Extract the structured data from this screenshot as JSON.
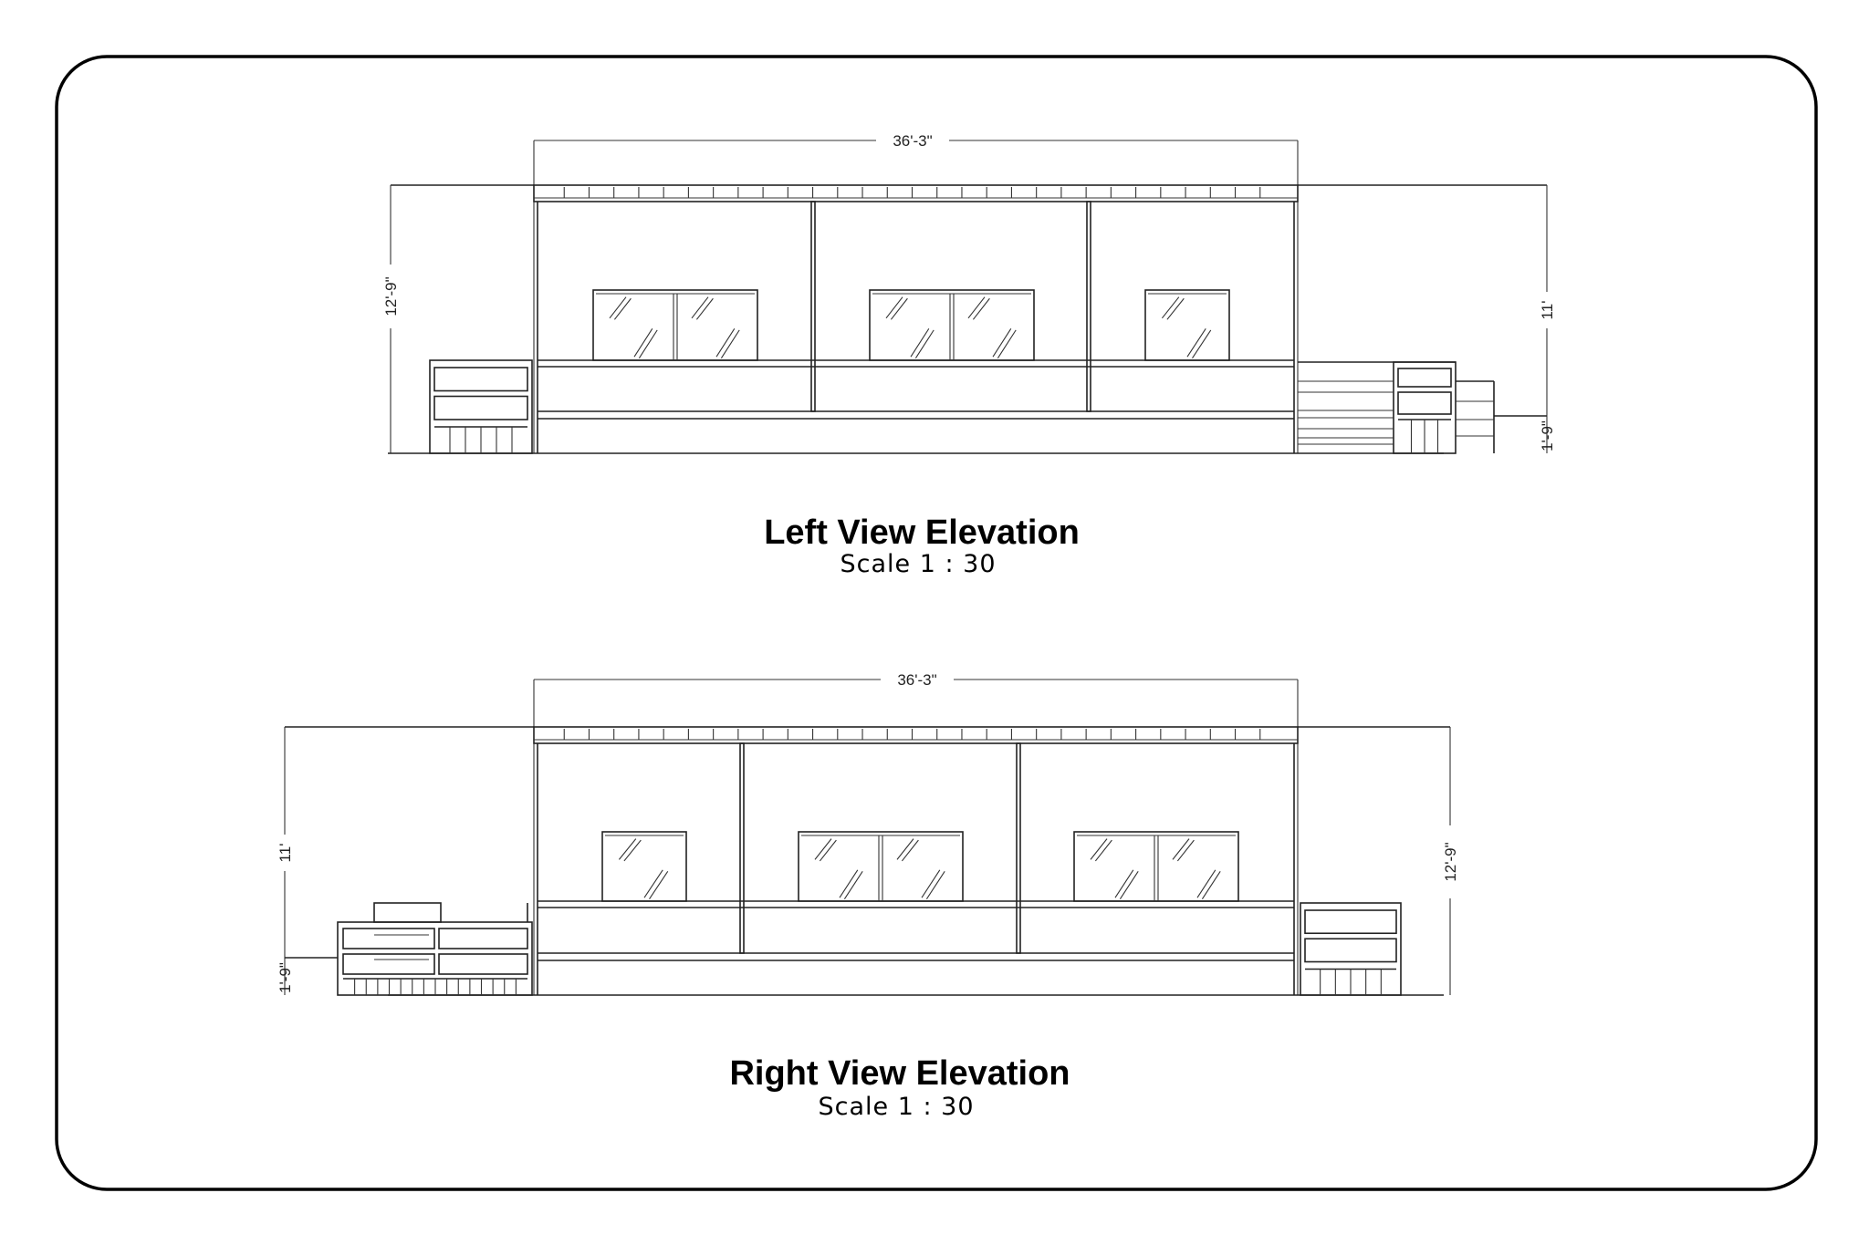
{
  "views": [
    {
      "title": "Left View Elevation",
      "scale": "Scale 1 : 30",
      "dim_width": "36'-3\"",
      "dim_left_height": "12'-9\"",
      "dim_right_height": "11'",
      "dim_plinth": "1'-9\""
    },
    {
      "title": "Right View Elevation",
      "scale": "Scale 1 : 30",
      "dim_width": "36'-3\"",
      "dim_left_height": "11'",
      "dim_right_height": "12'-9\"",
      "dim_plinth": "1'-9\""
    }
  ]
}
